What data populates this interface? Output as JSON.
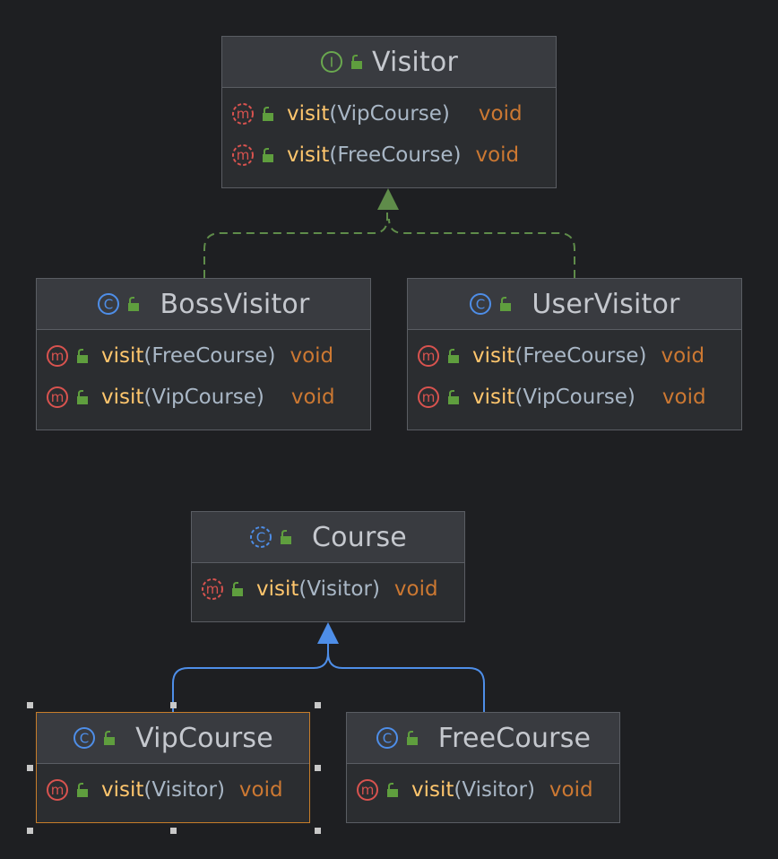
{
  "colors": {
    "background": "#1e1f22",
    "node_fill": "#2b2d30",
    "node_header": "#393b40",
    "node_border": "#5a5d63",
    "selected_border": "#c77d2a",
    "implements_edge": "#5f8c4a",
    "extends_edge": "#4e8ee8",
    "method_name": "#ffc66d",
    "return_type": "#cc7832",
    "text": "#a9b7c6"
  },
  "nodes": {
    "visitor": {
      "name": "Visitor",
      "kind_icon": "interface-icon",
      "methods": [
        {
          "name": "visit",
          "param": "VipCourse",
          "return": "void",
          "icon": "abstract-method-icon"
        },
        {
          "name": "visit",
          "param": "FreeCourse",
          "return": "void",
          "icon": "abstract-method-icon"
        }
      ]
    },
    "boss_visitor": {
      "name": "BossVisitor",
      "kind_icon": "class-icon",
      "methods": [
        {
          "name": "visit",
          "param": "FreeCourse",
          "return": "void",
          "icon": "method-icon"
        },
        {
          "name": "visit",
          "param": "VipCourse",
          "return": "void",
          "icon": "method-icon"
        }
      ]
    },
    "user_visitor": {
      "name": "UserVisitor",
      "kind_icon": "class-icon",
      "methods": [
        {
          "name": "visit",
          "param": "FreeCourse",
          "return": "void",
          "icon": "method-icon"
        },
        {
          "name": "visit",
          "param": "VipCourse",
          "return": "void",
          "icon": "method-icon"
        }
      ]
    },
    "course": {
      "name": "Course",
      "kind_icon": "abstract-class-icon",
      "methods": [
        {
          "name": "visit",
          "param": "Visitor",
          "return": "void",
          "icon": "abstract-method-icon"
        }
      ]
    },
    "vip_course": {
      "name": "VipCourse",
      "kind_icon": "class-icon",
      "selected": true,
      "methods": [
        {
          "name": "visit",
          "param": "Visitor",
          "return": "void",
          "icon": "method-icon"
        }
      ]
    },
    "free_course": {
      "name": "FreeCourse",
      "kind_icon": "class-icon",
      "methods": [
        {
          "name": "visit",
          "param": "Visitor",
          "return": "void",
          "icon": "method-icon"
        }
      ]
    }
  },
  "edges": [
    {
      "from": "BossVisitor",
      "to": "Visitor",
      "type": "implements"
    },
    {
      "from": "UserVisitor",
      "to": "Visitor",
      "type": "implements"
    },
    {
      "from": "VipCourse",
      "to": "Course",
      "type": "extends"
    },
    {
      "from": "FreeCourse",
      "to": "Course",
      "type": "extends"
    }
  ]
}
